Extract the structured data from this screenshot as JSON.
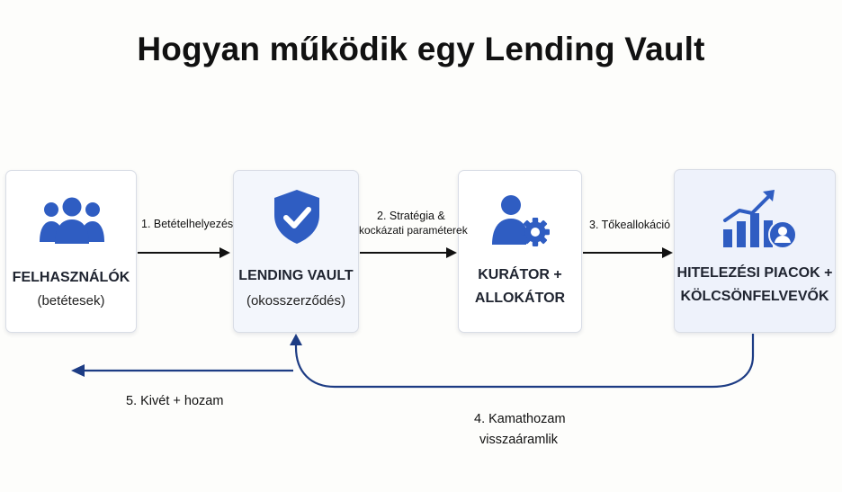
{
  "title": "Hogyan működik egy Lending Vault",
  "nodes": {
    "users": {
      "title": "FELHASZNÁLÓK",
      "subtitle": "(betétesek)",
      "icon": "users-group-icon"
    },
    "vault": {
      "title": "LENDING VAULT",
      "subtitle": "(okosszerződés)",
      "icon": "shield-check-icon"
    },
    "curator": {
      "title_line1": "KURÁTOR +",
      "title_line2": "ALLOKÁTOR",
      "icon": "user-gear-icon"
    },
    "markets": {
      "title_line1": "HITELEZÉSI PIACOK +",
      "title_line2": "KÖLCSÖNFELVEVŐK",
      "icon": "growth-chart-user-icon"
    }
  },
  "edges": {
    "deposit": "1. Betételhelyezés",
    "strategy_line1": "2. Stratégia &",
    "strategy_line2": "kockázati paraméterek",
    "allocation": "3. Tőkeallokáció",
    "interest_line1": "4. Kamathozam",
    "interest_line2": "visszaáramlik",
    "withdraw": "5. Kivét + hozam"
  },
  "colors": {
    "primary_blue": "#2f5dc2",
    "navy_arrow": "#1d3c84",
    "arrow_black": "#111111"
  }
}
